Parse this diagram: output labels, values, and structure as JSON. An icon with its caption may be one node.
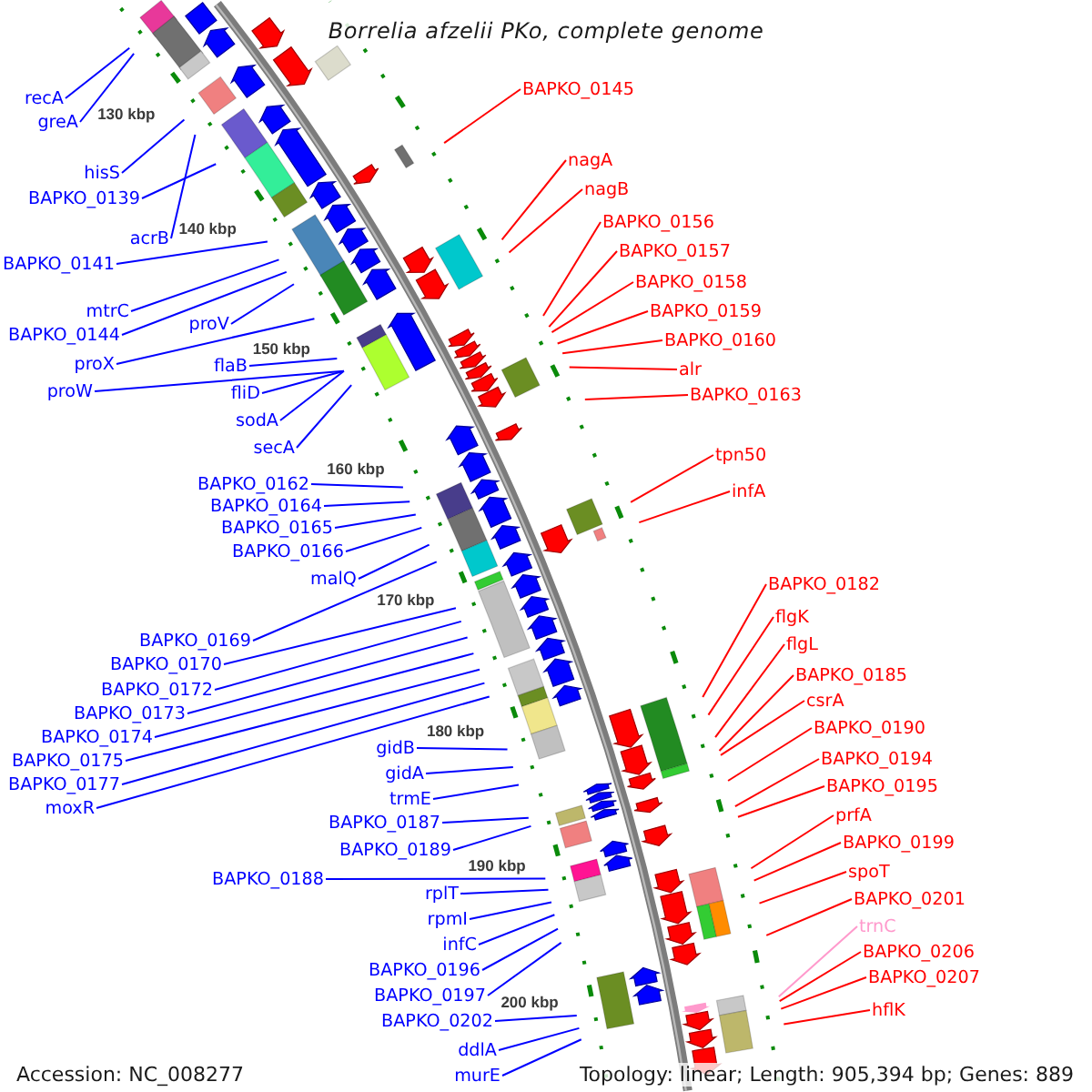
{
  "diagram": {
    "title": "Borrelia afzelii PKo, complete genome",
    "nodes": [
      {
        "text": [
          "recA"
        ]
      },
      {
        "text": [
          "greA"
        ]
      },
      {
        "text": [
          "hisS"
        ]
      },
      {
        "text": [
          "BAPKO_0139"
        ]
      },
      {
        "text": [
          "acrB"
        ]
      },
      {
        "text": [
          "BAPKO_0141"
        ]
      },
      {
        "text": [
          "mtrC"
        ]
      },
      {
        "text": [
          "BAPKO_0144"
        ]
      },
      {
        "text": [
          "proV"
        ]
      },
      {
        "text": [
          "proX"
        ]
      },
      {
        "text": [
          "flaB"
        ]
      },
      {
        "text": [
          "proW"
        ]
      },
      {
        "text": [
          "fliD"
        ]
      },
      {
        "text": [
          "sodA"
        ]
      },
      {
        "text": [
          "secA"
        ]
      },
      {
        "text": [
          "BAPKO_0162"
        ]
      },
      {
        "text": [
          "BAPKO_0164"
        ]
      },
      {
        "text": [
          "BAPKO_0165"
        ]
      },
      {
        "text": [
          "BAPKO_0166"
        ]
      },
      {
        "text": [
          "malQ"
        ]
      },
      {
        "text": [
          "BAPKO_0169"
        ]
      },
      {
        "text": [
          "BAPKO_0170"
        ]
      },
      {
        "text": [
          "BAPKO_0172"
        ]
      },
      {
        "text": [
          "BAPKO_0177"
        ]
      },
      {
        "text": [
          "gidB"
        ]
      },
      {
        "text": [
          "BAPKO_0173"
        ]
      },
      {
        "text": [
          "moxR"
        ]
      },
      {
        "text": [
          "BAPKO_0174"
        ]
      },
      {
        "text": [
          "gidA"
        ]
      },
      {
        "text": [
          "BAPKO_0175"
        ]
      },
      {
        "text": [
          "trmE"
        ]
      },
      {
        "text": [
          "BAPKO_0187"
        ]
      },
      {
        "text": [
          "BAPKO_0189"
        ]
      },
      {
        "text": [
          "BAPKO_0188"
        ]
      },
      {
        "text": [
          "rplT"
        ]
      },
      {
        "text": [
          "rpmI"
        ]
      },
      {
        "text": [
          "infC"
        ]
      },
      {
        "text": [
          "BAPKO_0196"
        ]
      },
      {
        "text": [
          "BAPKO_0197"
        ]
      },
      {
        "text": [
          "BAPKO_0202"
        ]
      },
      {
        "text": [
          "ddlA"
        ]
      },
      {
        "text": [
          "murE"
        ]
      },
      {
        "text": [
          "BAPKO_0145"
        ]
      },
      {
        "text": [
          "nagA"
        ]
      },
      {
        "text": [
          "nagB"
        ]
      },
      {
        "text": [
          "BAPKO_0156"
        ]
      },
      {
        "text": [
          "BAPKO_0157"
        ]
      },
      {
        "text": [
          "BAPKO_0158"
        ]
      },
      {
        "text": [
          "BAPKO_0159"
        ]
      },
      {
        "text": [
          "BAPKO_0160"
        ]
      },
      {
        "text": [
          "alr"
        ]
      },
      {
        "text": [
          "BAPKO_0163"
        ]
      },
      {
        "text": [
          "tpn50"
        ]
      },
      {
        "text": [
          "infA"
        ]
      },
      {
        "text": [
          "BAPKO_0182"
        ]
      },
      {
        "text": [
          "flgK"
        ]
      },
      {
        "text": [
          "flgL"
        ]
      },
      {
        "text": [
          "BAPKO_0185"
        ]
      },
      {
        "text": [
          "csrA"
        ]
      },
      {
        "text": [
          "BAPKO_0190"
        ]
      },
      {
        "text": [
          "BAPKO_0194"
        ]
      },
      {
        "text": [
          "BAPKO_0195"
        ]
      },
      {
        "text": [
          "prfA"
        ]
      },
      {
        "text": [
          "BAPKO_0199"
        ]
      },
      {
        "text": [
          "spoT"
        ]
      },
      {
        "text": [
          "BAPKO_0201"
        ]
      },
      {
        "text": [
          "trnC"
        ]
      },
      {
        "text": [
          "BAPKO_0206"
        ]
      },
      {
        "text": [
          "BAPKO_0207"
        ]
      },
      {
        "text": [
          "hflK"
        ]
      }
    ],
    "edges": [
      {
        "from": 0,
        "to": null,
        "arrow": "none"
      },
      {
        "from": 1,
        "to": null,
        "arrow": "none"
      },
      {
        "from": 2,
        "to": null,
        "arrow": "none"
      },
      {
        "from": 3,
        "to": null,
        "arrow": "none"
      },
      {
        "from": 4,
        "to": null,
        "arrow": "none"
      },
      {
        "from": 5,
        "to": null,
        "arrow": "none"
      },
      {
        "from": 6,
        "to": null,
        "arrow": "none"
      },
      {
        "from": 7,
        "to": null,
        "arrow": "none"
      },
      {
        "from": 8,
        "to": null,
        "arrow": "none"
      },
      {
        "from": 9,
        "to": null,
        "arrow": "none"
      },
      {
        "from": 10,
        "to": null,
        "arrow": "none"
      },
      {
        "from": 11,
        "to": null,
        "arrow": "none"
      },
      {
        "from": 12,
        "to": null,
        "arrow": "none"
      },
      {
        "from": 13,
        "to": null,
        "arrow": "none"
      },
      {
        "from": 14,
        "to": null,
        "arrow": "none"
      },
      {
        "from": 15,
        "to": null,
        "arrow": "none"
      },
      {
        "from": 16,
        "to": null,
        "arrow": "none"
      },
      {
        "from": 17,
        "to": null,
        "arrow": "none"
      },
      {
        "from": 18,
        "to": null,
        "arrow": "none"
      },
      {
        "from": 19,
        "to": null,
        "arrow": "none"
      },
      {
        "from": 20,
        "to": null,
        "arrow": "none"
      },
      {
        "from": 21,
        "to": null,
        "arrow": "none"
      },
      {
        "from": 22,
        "to": null,
        "arrow": "none"
      },
      {
        "from": 23,
        "to": null,
        "arrow": "none"
      },
      {
        "from": 24,
        "to": null,
        "arrow": "none"
      },
      {
        "from": 25,
        "to": null,
        "arrow": "none"
      },
      {
        "from": 26,
        "to": null,
        "arrow": "none"
      },
      {
        "from": 27,
        "to": null,
        "arrow": "none"
      },
      {
        "from": 28,
        "to": null,
        "arrow": "none"
      },
      {
        "from": 29,
        "to": null,
        "arrow": "none"
      },
      {
        "from": 30,
        "to": null,
        "arrow": "none"
      },
      {
        "from": 31,
        "to": null,
        "arrow": "none"
      },
      {
        "from": 32,
        "to": null,
        "arrow": "none"
      },
      {
        "from": 33,
        "to": null,
        "arrow": "none"
      },
      {
        "from": 34,
        "to": null,
        "arrow": "none"
      },
      {
        "from": 35,
        "to": null,
        "arrow": "none"
      },
      {
        "from": 36,
        "to": null,
        "arrow": "none"
      },
      {
        "from": 37,
        "to": null,
        "arrow": "none"
      },
      {
        "from": 38,
        "to": null,
        "arrow": "none"
      },
      {
        "from": 39,
        "to": null,
        "arrow": "none"
      },
      {
        "from": 40,
        "to": null,
        "arrow": "none"
      },
      {
        "from": 41,
        "to": null,
        "arrow": "none"
      },
      {
        "from": 42,
        "to": null,
        "arrow": "none",
        "color": "#ff0000"
      },
      {
        "from": 43,
        "to": null,
        "arrow": "none",
        "color": "#ff0000"
      },
      {
        "from": 44,
        "to": null,
        "arrow": "none",
        "color": "#ff0000"
      },
      {
        "from": 45,
        "to": null,
        "arrow": "none",
        "color": "#ff0000"
      },
      {
        "from": 46,
        "to": null,
        "arrow": "none",
        "color": "#ff0000"
      },
      {
        "from": 47,
        "to": null,
        "arrow": "none",
        "color": "#ff0000"
      },
      {
        "from": 48,
        "to": null,
        "arrow": "none",
        "color": "#ff0000"
      },
      {
        "from": 49,
        "to": null,
        "arrow": "none",
        "color": "#ff0000"
      },
      {
        "from": 50,
        "to": null,
        "arrow": "none",
        "color": "#ff0000"
      },
      {
        "from": 51,
        "to": null,
        "arrow": "none",
        "color": "#ff0000"
      },
      {
        "from": 52,
        "to": null,
        "arrow": "none",
        "color": "#ff0000"
      },
      {
        "from": 53,
        "to": null,
        "arrow": "none",
        "color": "#ff0000"
      },
      {
        "from": 54,
        "to": null,
        "arrow": "none",
        "color": "#ff0000"
      },
      {
        "from": 55,
        "to": null,
        "arrow": "none",
        "color": "#ff0000"
      },
      {
        "from": 56,
        "to": null,
        "arrow": "none",
        "color": "#ff0000"
      },
      {
        "from": 57,
        "to": null,
        "arrow": "none",
        "color": "#ff0000"
      },
      {
        "from": 58,
        "to": null,
        "arrow": "none",
        "color": "#ff0000"
      },
      {
        "from": 59,
        "to": null,
        "arrow": "none",
        "color": "#ff0000"
      },
      {
        "from": 60,
        "to": null,
        "arrow": "none",
        "color": "#ff0000"
      },
      {
        "from": 61,
        "to": null,
        "arrow": "none",
        "color": "#ff0000"
      },
      {
        "from": 62,
        "to": null,
        "arrow": "none",
        "color": "#ff0000"
      },
      {
        "from": 63,
        "to": null,
        "arrow": "none",
        "color": "#ff0000"
      },
      {
        "from": 64,
        "to": null,
        "arrow": "none",
        "color": "#ff0000"
      },
      {
        "from": 65,
        "to": null,
        "arrow": "none",
        "color": "#ff0000"
      },
      {
        "from": 66,
        "to": null,
        "arrow": "none",
        "color": "#ff99cc"
      },
      {
        "from": 67,
        "to": null,
        "arrow": "none",
        "color": "#ff0000"
      },
      {
        "from": 68,
        "to": null,
        "arrow": "none",
        "color": "#ff0000"
      },
      {
        "from": 69,
        "to": null,
        "arrow": "none",
        "color": "#ff0000"
      }
    ],
    "labels": [
      "130 kbp",
      "140 kbp",
      "150 kbp",
      "160 kbp",
      "170 kbp",
      "180 kbp",
      "190 kbp",
      "200 kbp",
      "Accession: NC_008277",
      "Topology: linear; Length: 905,394 bp; Genes: 889"
    ]
  }
}
